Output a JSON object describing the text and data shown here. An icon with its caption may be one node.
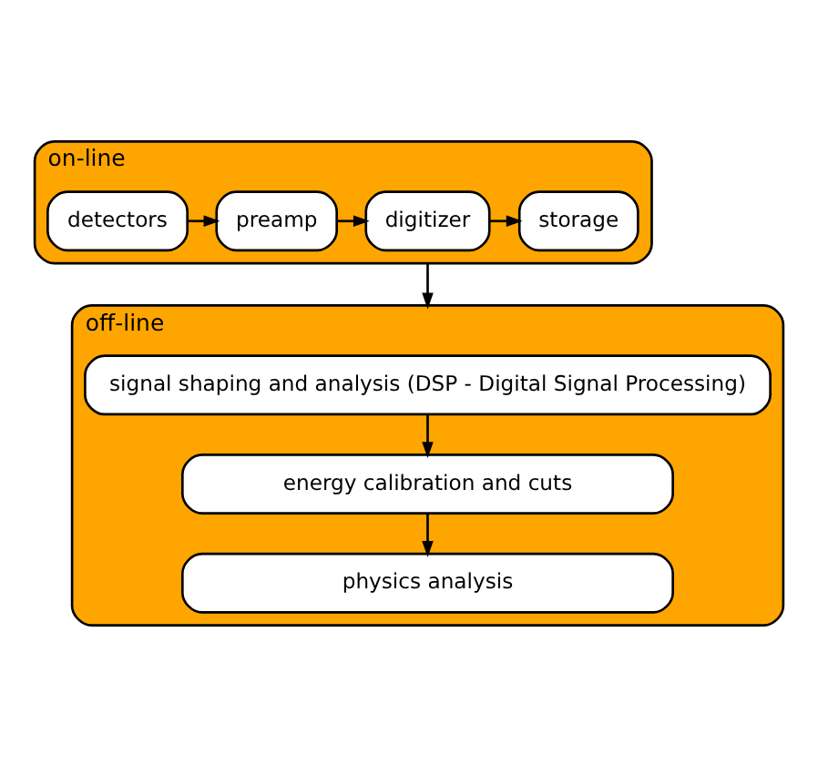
{
  "diagram": {
    "nodes": [
      {
        "text": [
          "on-line"
        ]
      },
      {
        "text": [
          "detectors"
        ],
        "in": 0
      },
      {
        "text": [
          "preamp"
        ],
        "in": 0
      },
      {
        "text": [
          "digitizer"
        ],
        "in": 0
      },
      {
        "text": [
          "storage"
        ],
        "in": 0
      },
      {
        "text": [
          "off-line"
        ]
      },
      {
        "text": [
          "signal shaping and analysis (DSP - Digital Signal Processing)"
        ],
        "in": 5
      },
      {
        "text": [
          "energy calibration and cuts"
        ],
        "in": 5
      },
      {
        "text": [
          "physics analysis"
        ],
        "in": 5
      }
    ],
    "edges": [
      {
        "from": 1,
        "to": 2,
        "arrow": "to"
      },
      {
        "from": 2,
        "to": 3,
        "arrow": "to"
      },
      {
        "from": 3,
        "to": 4,
        "arrow": "to"
      },
      {
        "from": 0,
        "to": 5,
        "arrow": "to"
      },
      {
        "from": 6,
        "to": 7,
        "arrow": "to"
      },
      {
        "from": 7,
        "to": 8,
        "arrow": "to"
      }
    ]
  }
}
